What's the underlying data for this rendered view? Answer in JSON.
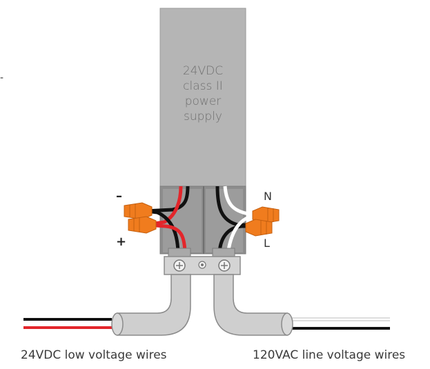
{
  "power_supply": {
    "line1": "24VDC",
    "line2": "class II",
    "line3": "power",
    "line4": "supply"
  },
  "labels": {
    "minus": "–",
    "plus": "+",
    "neutral": "N",
    "line": "L",
    "stray_mark": "-"
  },
  "captions": {
    "low_voltage": "24VDC low voltage wires",
    "line_voltage": "120VAC line voltage wires"
  },
  "colors": {
    "housing": "#b5b5b5",
    "housing_dark": "#8f8f8f",
    "conduit": "#cfcfcf",
    "wire_red": "#e3262b",
    "wire_black": "#111111",
    "wire_white": "#ffffff",
    "connector_orange": "#f07c1e"
  }
}
